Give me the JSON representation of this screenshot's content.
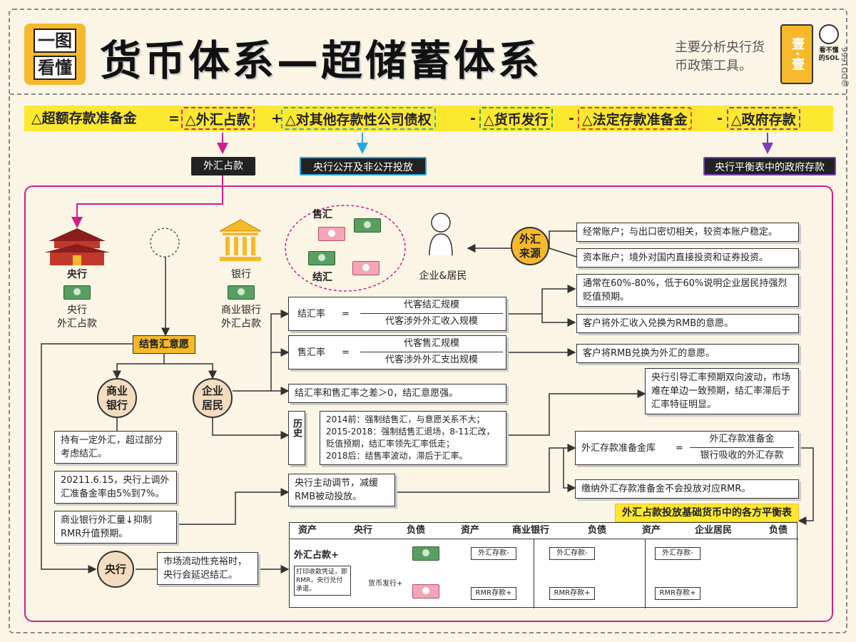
{
  "header": {
    "logo_line1": "一图",
    "logo_line2": "看懂",
    "title": "货币体系—超储蓄体系",
    "subtitle": "主要分析央行货币政策工具。",
    "stamp": "壹·壹",
    "brand": "看不懂的SOL",
    "handle": "@DD1666"
  },
  "equation": {
    "lhs": "△超额存款准备金",
    "eq": "=",
    "t1": "△外汇占款",
    "op1": "+",
    "t2": "△对其他存款性公司债权",
    "op2": "-",
    "t3": "△货币发行",
    "op3": "-",
    "t4": "△法定存款准备金",
    "op4": "-",
    "t5": "△政府存款"
  },
  "tags": {
    "fx": "外汇占款",
    "cb_invest": "央行公开及非公开投放",
    "gov": "央行平衡表中的政府存款"
  },
  "diagram": {
    "central_bank": "央行",
    "central_bank_fx": "央行\n外汇占款",
    "bank": "银行",
    "bank_fx": "商业银行\n外汇占款",
    "sell_fx": "售汇",
    "settle_fx": "结汇",
    "enterprise": "企业&居民",
    "fx_source": "外汇\n来源",
    "current_account": "经常账户；与出口密切相关，较资本账户稳定。",
    "capital_account": "资本账户；境外对国内直接投资和证券投资。",
    "settle_willing": "结售汇意愿",
    "settle_rate_label": "结汇率",
    "settle_rate_num": "代客结汇规模",
    "settle_rate_den": "代客涉外外汇收入规模",
    "sell_rate_label": "售汇率",
    "sell_rate_num": "代客售汇规模",
    "sell_rate_den": "代客涉外外汇支出规模",
    "usual_range": "通常在60%-80%，低于60%说明企业居民持强烈贬值预期。",
    "settle_meaning": "客户将外汇收入兑换为RMB的意愿。",
    "sell_meaning": "客户将RMB兑换为外汇的意愿。",
    "diff": "结汇率和售汇率之差＞0，结汇意愿强。",
    "history_label": "历史",
    "history_text": "2014前：强制结售汇，与意愿关系不大；\n2015-2018：强制结售汇退场，8-11汇改，贬值预期，结汇率领先汇率低走；\n2018后：结售率波动，滞后于汇率。",
    "cb_guide": "央行引导汇率预期双向波动，市场难在单边一致预期，结汇率滞后于汇率特征明显。",
    "reserve_label": "外汇存款准备金库",
    "reserve_num": "外汇存款准备金",
    "reserve_den": "银行吸收的外汇存款",
    "reserve_note": "缴纳外汇存款准备金不会投放对应RMR。",
    "comm_bank": "商业\n银行",
    "enterprise_res": "企业\n居民",
    "hold_fx": "持有一定外汇，超过部分考虑结汇。",
    "raise_rate": "20211.6.15，央行上调外汇准备金率由5%到7%。",
    "suppress": "商业银行外汇量↓抑制RMR升值预期。",
    "cb_active": "央行主动调节，减缓RMB被动投放。",
    "cb_circle": "央行",
    "liquidity": "市场流动性充裕时，央行会延迟结汇。",
    "balance_title": "外汇占款投放基础货币中的各方平衡表"
  },
  "table": {
    "headers": [
      "资产",
      "央行",
      "负债",
      "资产",
      "商业银行",
      "负债",
      "资产",
      "企业居民",
      "负债"
    ],
    "fx_asset": "外汇占款+",
    "print_note": "打印收款凭证，即RMR，央行兑付承诺。",
    "issue": "货币发行+",
    "fx_dep1": "外汇存款-",
    "rmb_dep1": "RMR存款+",
    "fx_dep2": "外汇存款-",
    "rmb_dep2": "RMR存款+",
    "fx_dep3": "外汇存款-",
    "rmb_dep3": "RMR存款+"
  },
  "colors": {
    "pink": "#d01e8a",
    "cyan": "#2aa8dc",
    "green": "#2f9e44",
    "red": "#e03a2a",
    "purple": "#7a3fb8",
    "yellow": "#fde830",
    "orange": "#f6b92b"
  }
}
